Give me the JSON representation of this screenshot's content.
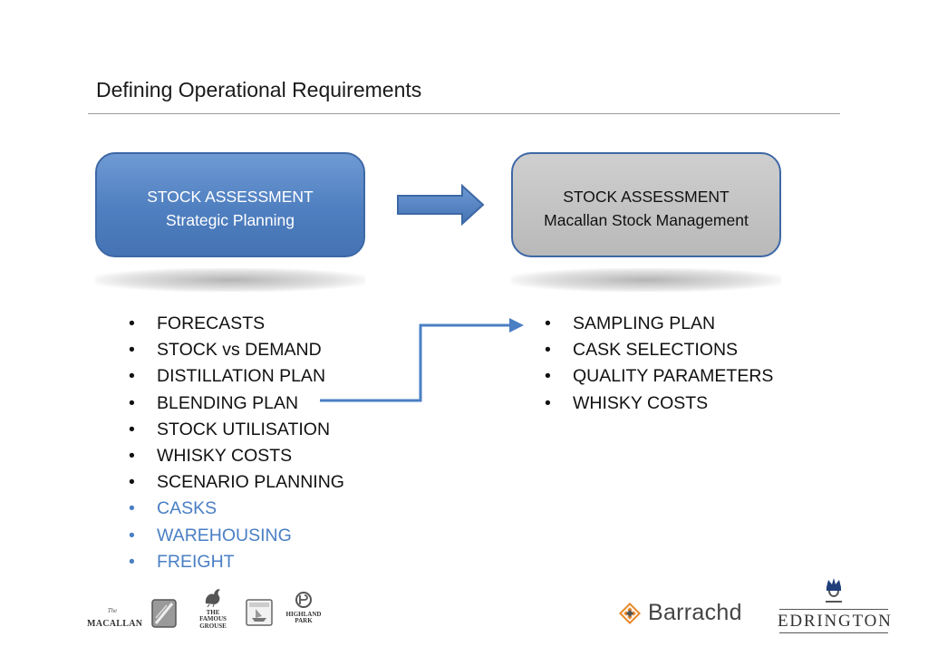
{
  "slide": {
    "title": "Defining Operational Requirements"
  },
  "box_left": {
    "line1": "STOCK ASSESSMENT",
    "line2": "Strategic Planning",
    "fill": "#4f7fc0"
  },
  "box_right": {
    "line1": "STOCK ASSESSMENT",
    "line2": "Macallan Stock Management",
    "fill": "#bdbdbd"
  },
  "left_list": [
    "FORECASTS",
    "STOCK vs DEMAND",
    "DISTILLATION PLAN",
    "BLENDING PLAN",
    "STOCK UTILISATION",
    "WHISKY COSTS",
    "SCENARIO PLANNING",
    "CASKS",
    "WAREHOUSING",
    "FREIGHT"
  ],
  "right_list": [
    "SAMPLING PLAN",
    "CASK SELECTIONS",
    "QUALITY PARAMETERS",
    "WHISKY COSTS"
  ],
  "highlight_color": "#4a7fc4",
  "logos": {
    "macallan_the": "The",
    "macallan_name": "MACALLAN",
    "grouse_the": "THE",
    "grouse_line1": "FAMOUS",
    "grouse_line2": "GROUSE",
    "highland_line1": "HIGHLAND",
    "highland_line2": "PARK",
    "barrachd": "Barrachd",
    "edrington": "EDRINGTON"
  }
}
